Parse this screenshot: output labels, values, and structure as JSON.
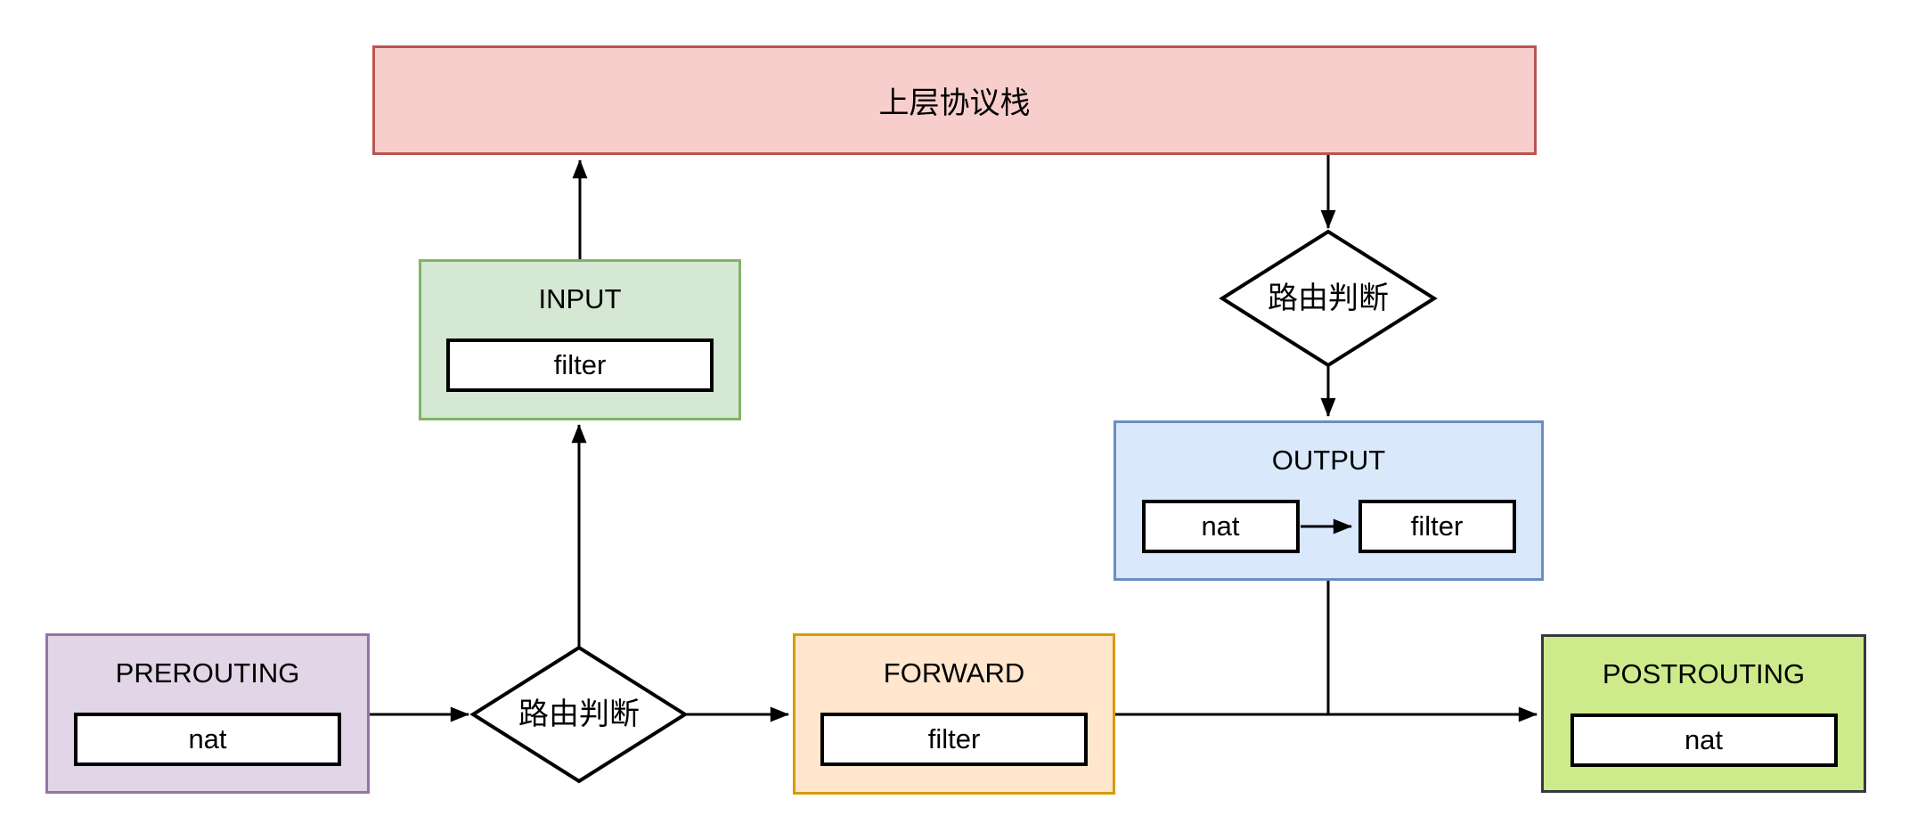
{
  "diagram": {
    "background": "#ffffff",
    "line_color": "#000000",
    "protocol_stack": {
      "label": "上层协议栈",
      "fill": "#f8cecc",
      "stroke": "#b85450"
    },
    "decision_left": {
      "label": "路由判断",
      "fill": "#ffffff",
      "stroke": "#000000"
    },
    "decision_right": {
      "label": "路由判断",
      "fill": "#ffffff",
      "stroke": "#000000"
    },
    "chains": {
      "prerouting": {
        "label": "PREROUTING",
        "fill": "#e1d5e7",
        "stroke": "#9673a6",
        "tables": {
          "nat": "nat"
        }
      },
      "input": {
        "label": "INPUT",
        "fill": "#d5e8d4",
        "stroke": "#82b366",
        "tables": {
          "filter": "filter"
        }
      },
      "forward": {
        "label": "FORWARD",
        "fill": "#ffe6cc",
        "stroke": "#d79b00",
        "tables": {
          "filter": "filter"
        }
      },
      "output": {
        "label": "OUTPUT",
        "fill": "#dae8fc",
        "stroke": "#6c8ebf",
        "tables": {
          "nat": "nat",
          "filter": "filter"
        }
      },
      "postrouting": {
        "label": "POSTROUTING",
        "fill": "#cdeb8b",
        "stroke": "#36393d",
        "tables": {
          "nat": "nat"
        }
      }
    }
  }
}
